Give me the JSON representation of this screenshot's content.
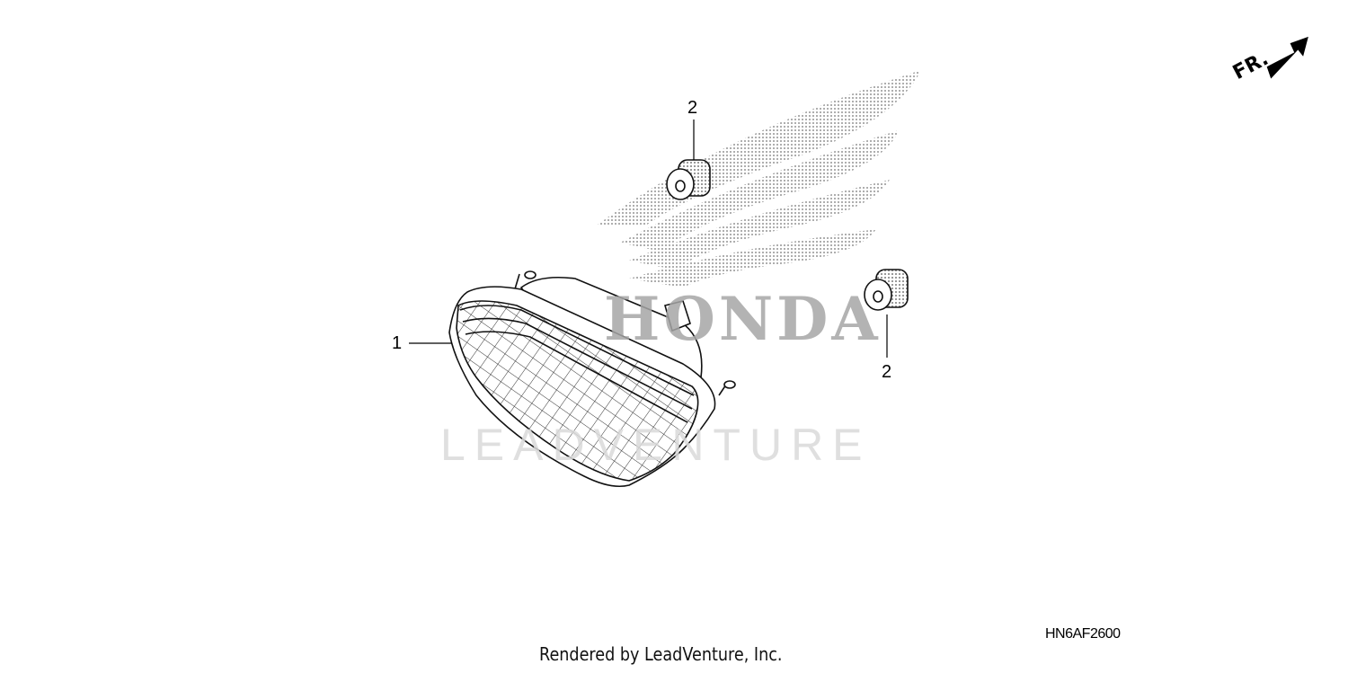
{
  "diagram": {
    "watermark_logo": "HONDA",
    "watermark_text": "LEADVENTURE",
    "direction_label": "FR.",
    "callouts": [
      {
        "label": "1",
        "part": "lamp-assembly"
      },
      {
        "label": "2",
        "part": "grommet-upper"
      },
      {
        "label": "2",
        "part": "grommet-lower"
      }
    ],
    "diagram_code": "HN6AF2600",
    "footer": "Rendered by LeadVenture, Inc."
  }
}
